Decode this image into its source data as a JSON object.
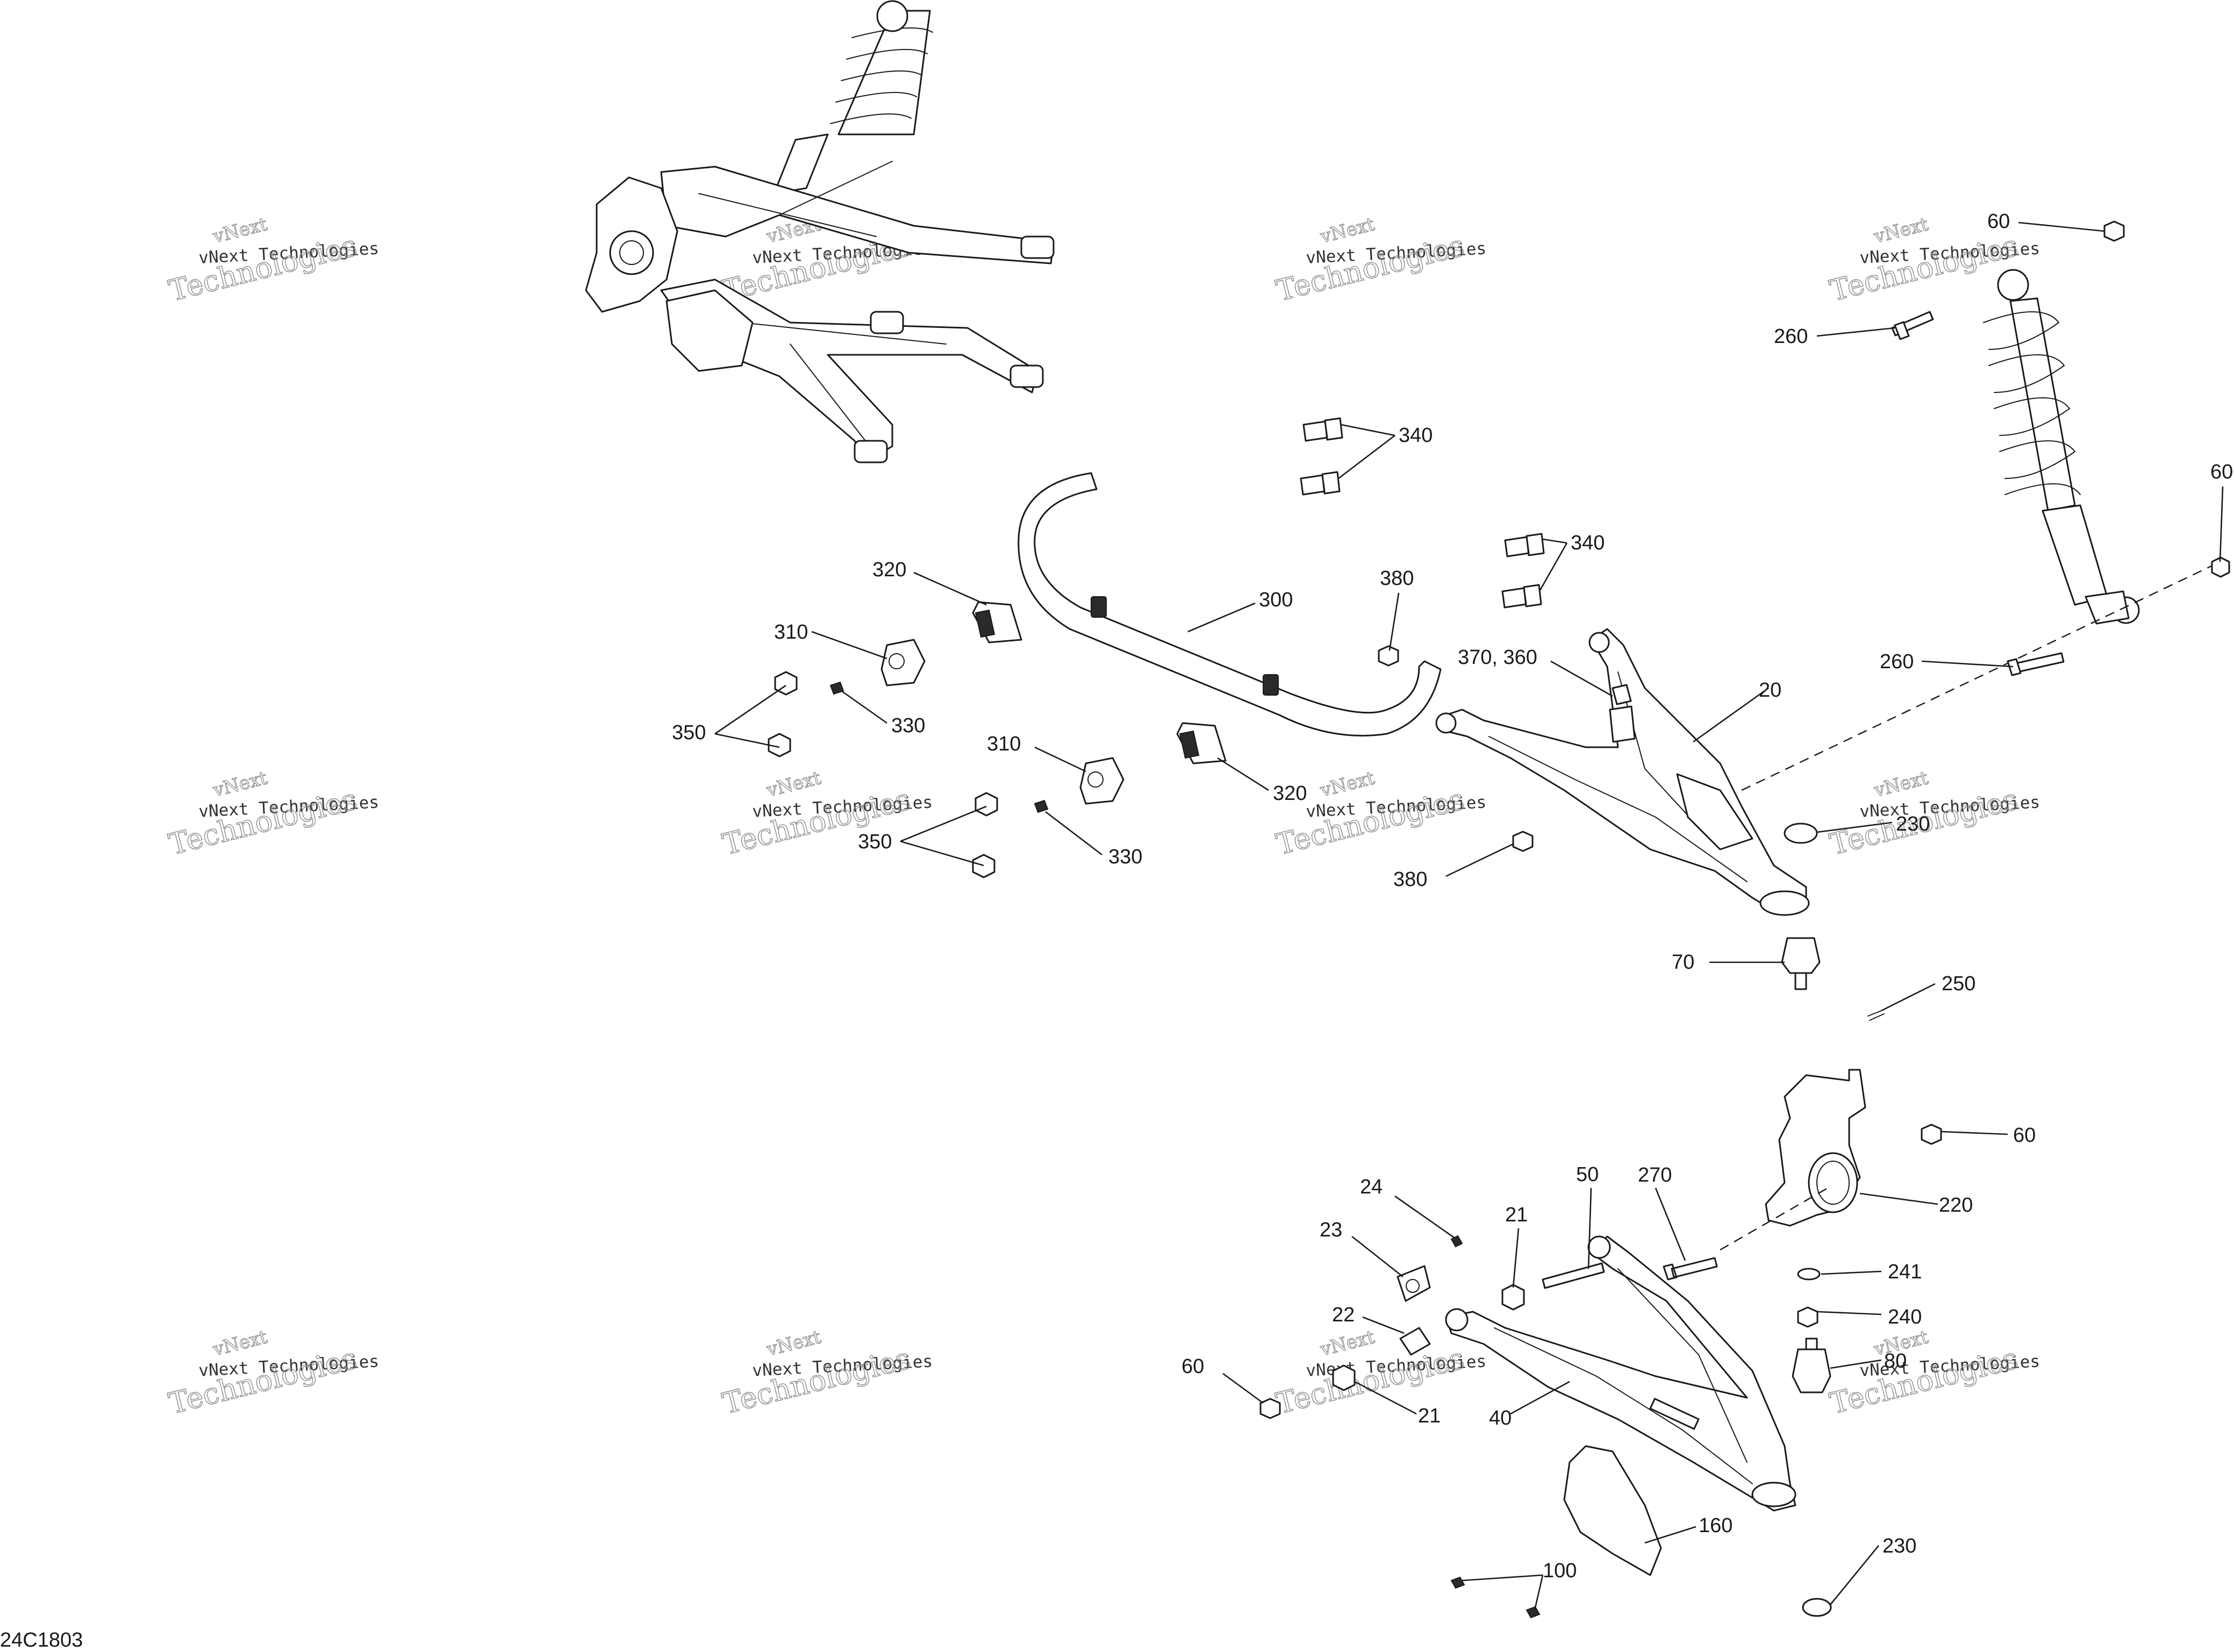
{
  "diagram_code": "24C1803",
  "watermark": {
    "line1": "vNext",
    "line2": "vNext Technologies",
    "line3": "Technologies"
  },
  "labels": {
    "l60a": "60",
    "l260a": "260",
    "l340a": "340",
    "l60b": "60",
    "l340b": "340",
    "l380a": "380",
    "l320a": "320",
    "l300": "300",
    "l310a": "310",
    "l330a": "330",
    "l350a": "350",
    "l37360": "370, 360",
    "l20": "20",
    "l260b": "260",
    "l310b": "310",
    "l320b": "320",
    "l350b": "350",
    "l330b": "330",
    "l230a": "230",
    "l380b": "380",
    "l70": "70",
    "l250": "250",
    "l60c": "60",
    "l24": "24",
    "l50": "50",
    "l270": "270",
    "l220": "220",
    "l21a": "21",
    "l23": "23",
    "l241": "241",
    "l240": "240",
    "l22": "22",
    "l80": "80",
    "l60d": "60",
    "l21b": "21",
    "l40": "40",
    "l160": "160",
    "l230b": "230",
    "l100": "100"
  }
}
